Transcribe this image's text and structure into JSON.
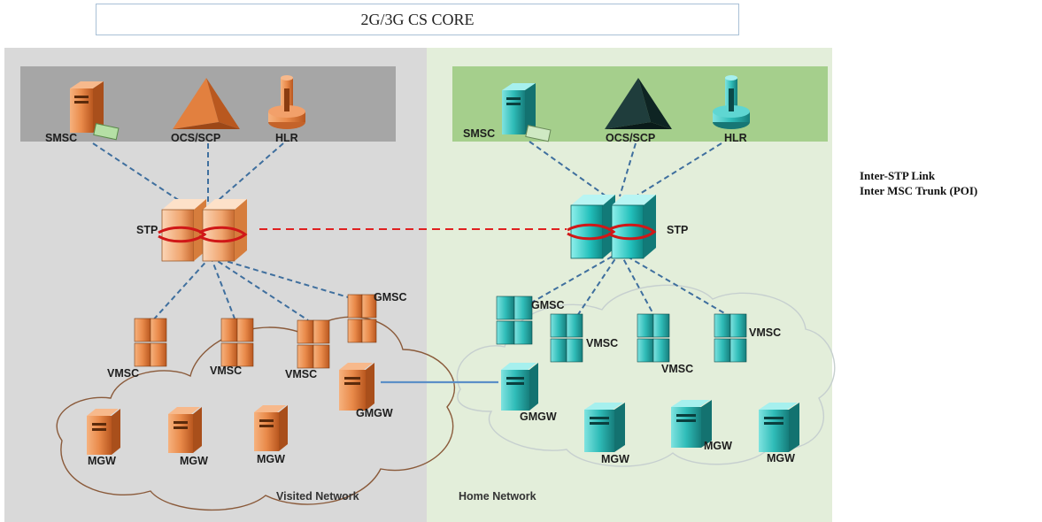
{
  "title": "2G/3G CS CORE",
  "legend": {
    "items": [
      "Inter-STP Link",
      "Inter MSC Trunk (POI)"
    ]
  },
  "colors": {
    "visited_bg": "#d9d9d9",
    "home_bg": "#e3eeda",
    "visited_core_band": "#a6a6a6",
    "home_core_band": "#a5cf8c",
    "orange": "#e07a3a",
    "teal": "#2bb7b4",
    "signaling_link": "#3f6f9e",
    "inter_stp_link": "#e02020",
    "inter_msc_trunk": "#5b8fc7"
  },
  "visited": {
    "network_label": "Visited Network",
    "smsc": "SMSC",
    "ocs": "OCS/SCP",
    "hlr": "HLR",
    "stp": "STP",
    "gmsc": "GMSC",
    "vmsc": [
      "VMSC",
      "VMSC",
      "VMSC"
    ],
    "gmgw": "GMGW",
    "mgw": [
      "MGW",
      "MGW",
      "MGW"
    ]
  },
  "home": {
    "network_label": "Home Network",
    "smsc": "SMSC",
    "ocs": "OCS/SCP",
    "hlr": "HLR",
    "stp": "STP",
    "gmsc": "GMSC",
    "vmsc": [
      "VMSC",
      "VMSC",
      "VMSC"
    ],
    "gmgw": "GMGW",
    "mgw": [
      "MGW",
      "MGW",
      "MGW"
    ]
  }
}
